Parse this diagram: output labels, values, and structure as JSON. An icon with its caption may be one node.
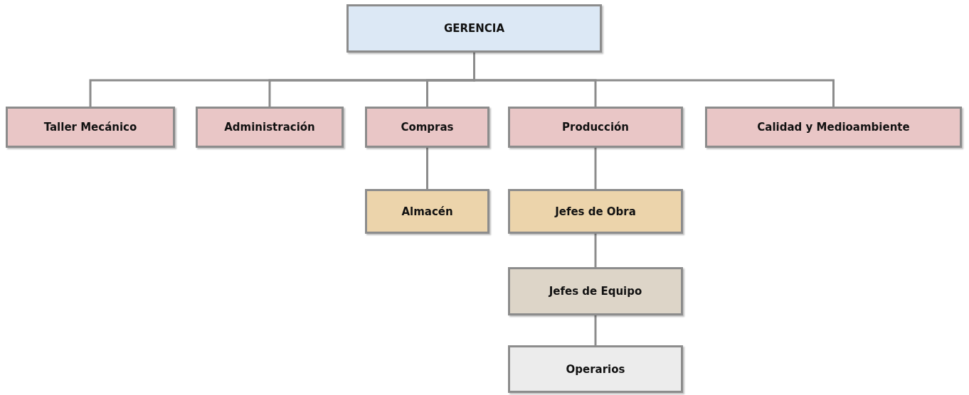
{
  "diagram": {
    "nodes": [
      {
        "text": [
          "GERENCIA"
        ]
      },
      {
        "text": [
          "Taller Mecánico"
        ]
      },
      {
        "text": [
          "Administración"
        ]
      },
      {
        "text": [
          "Compras"
        ]
      },
      {
        "text": [
          "Producción"
        ]
      },
      {
        "text": [
          "Calidad y Medioambiente"
        ]
      },
      {
        "text": [
          "Almacén"
        ]
      },
      {
        "text": [
          "Jefes de Obra"
        ]
      },
      {
        "text": [
          "Jefes de Equipo"
        ]
      },
      {
        "text": [
          "Operarios"
        ]
      }
    ],
    "edges": [
      {
        "from": 0,
        "to": 1,
        "arrow": "none"
      },
      {
        "from": 0,
        "to": 2,
        "arrow": "none"
      },
      {
        "from": 0,
        "to": 3,
        "arrow": "none"
      },
      {
        "from": 0,
        "to": 4,
        "arrow": "none"
      },
      {
        "from": 0,
        "to": 5,
        "arrow": "none"
      },
      {
        "from": 3,
        "to": 6,
        "arrow": "none"
      },
      {
        "from": 4,
        "to": 7,
        "arrow": "none"
      },
      {
        "from": 7,
        "to": 8,
        "arrow": "none"
      },
      {
        "from": 8,
        "to": 9,
        "arrow": "none"
      }
    ]
  }
}
